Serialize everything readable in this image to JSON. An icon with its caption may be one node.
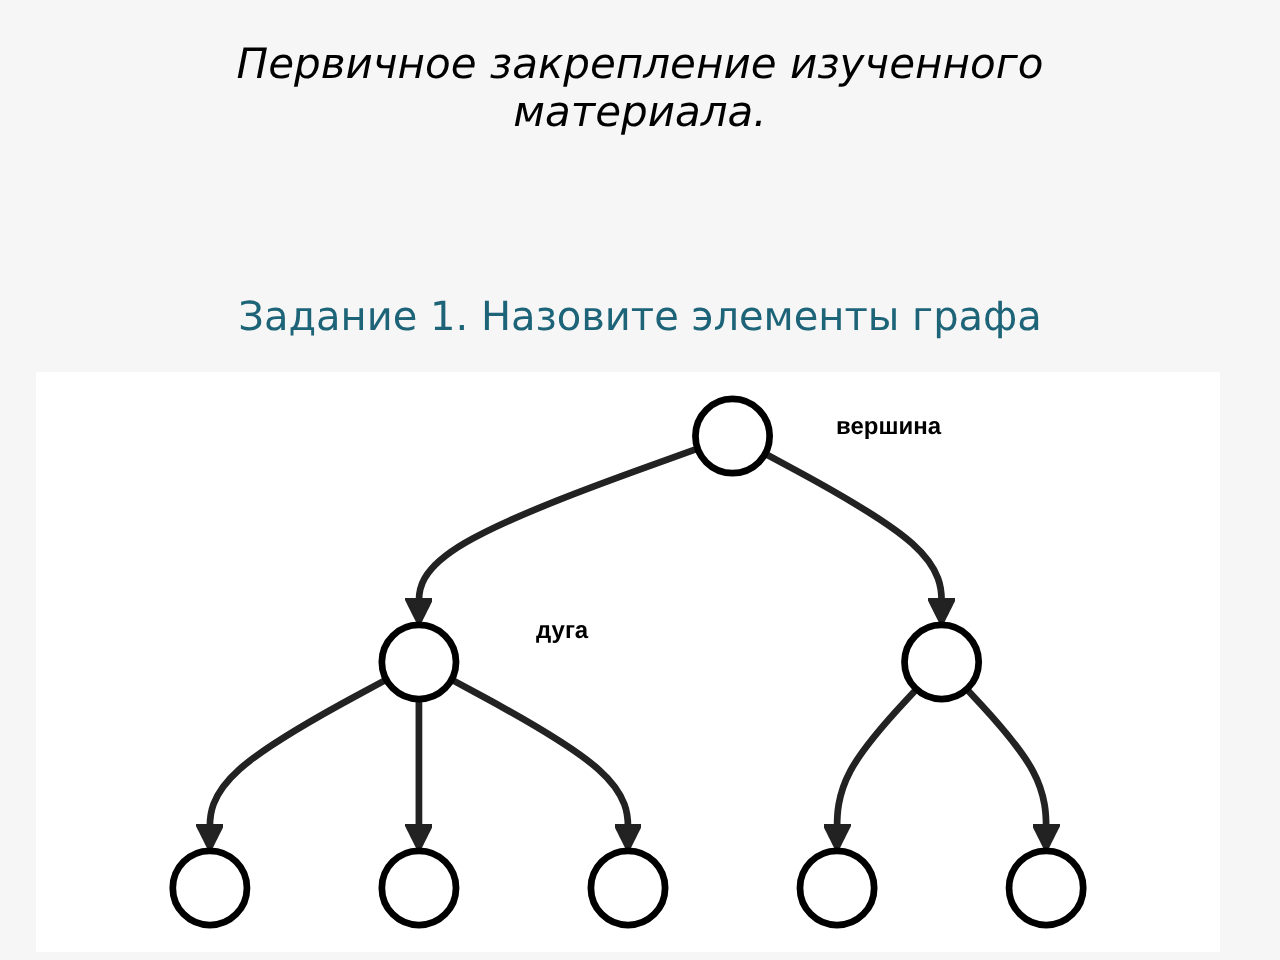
{
  "diagram": {
    "title": "Первичное закрепление изученного материала.",
    "nodes": [
      {
        "text": [],
        "shape": "circle"
      },
      {
        "text": [],
        "shape": "circle"
      },
      {
        "text": [],
        "shape": "circle"
      },
      {
        "text": [],
        "shape": "circle"
      },
      {
        "text": [],
        "shape": "circle"
      },
      {
        "text": [],
        "shape": "circle"
      },
      {
        "text": [],
        "shape": "circle"
      },
      {
        "text": [],
        "shape": "circle"
      }
    ],
    "edges": [
      {
        "from": 0,
        "to": 1,
        "arrow": "to"
      },
      {
        "from": 0,
        "to": 2,
        "arrow": "to"
      },
      {
        "from": 1,
        "to": 3,
        "arrow": "to"
      },
      {
        "from": 1,
        "to": 4,
        "arrow": "to"
      },
      {
        "from": 1,
        "to": 5,
        "arrow": "to"
      },
      {
        "from": 2,
        "to": 6,
        "arrow": "to"
      },
      {
        "from": 2,
        "to": 7,
        "arrow": "to"
      }
    ],
    "labels": [
      "Задание 1. Назовите элементы графа",
      "вершина",
      "дуга"
    ]
  }
}
